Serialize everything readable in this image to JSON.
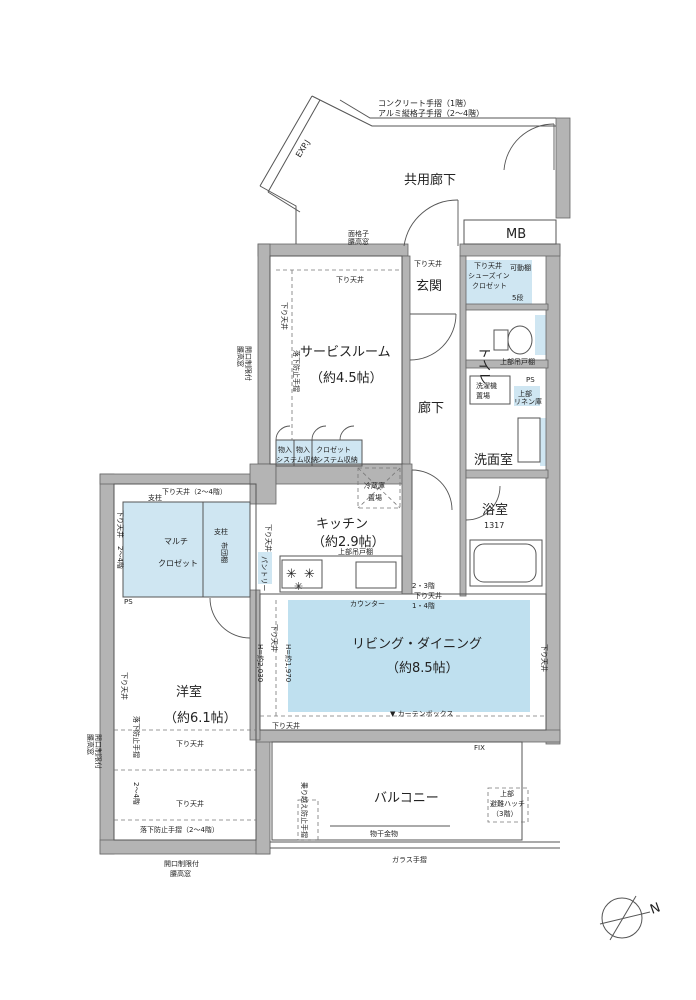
{
  "colors": {
    "wall": "#b4b4b4",
    "storage_fill": "#cfe6f2",
    "living_fill": "#bfe0ef",
    "line": "#555555"
  },
  "labels": {
    "top_rail": "コンクリート手摺（1階）",
    "top_rail2": "アルミ縦格子手摺（2〜4階）",
    "expj": "EXP.J",
    "common_corridor": "共用廊下",
    "mb": "MB",
    "window_grid": "面格子",
    "window_grid2": "腰高窓",
    "ceiling_down": "下り天井",
    "entrance": "玄関",
    "shoes_closet": "シューズイン",
    "shoes_closet2": "クロゼット",
    "movable_shelf": "可動棚",
    "shelf_count": "5段",
    "toilet": "トイレ",
    "upper_cabinet": "上部吊戸棚",
    "service_room": "サービスルーム",
    "service_room_size": "（約4.5帖）",
    "fall_rail": "落下防止手摺",
    "side_window": "開口制限付",
    "side_window2": "腰高窓",
    "corridor": "廊下",
    "washer": "洗濯機",
    "washer2": "置場",
    "ps": "PS",
    "upper_linen": "上部",
    "upper_linen2": "リネン庫",
    "washroom": "洗面室",
    "bathroom": "浴室",
    "bath_size": "1317",
    "storage": "物入",
    "system_storage": "システム収納",
    "closet": "クロゼット",
    "fridge": "冷蔵庫",
    "fridge2": "置場",
    "kitchen": "キッチン",
    "kitchen_size": "（約2.9帖）",
    "pantry": "パントリー",
    "floor_23": "2・3階",
    "floor_4": "1・4階",
    "counter": "カウンター",
    "ceiling_24": "下り天井（2〜4階）",
    "pillar": "支柱",
    "multi_closet": "マルチ",
    "multi_closet2": "クロゼット",
    "futon_shelf": "布団棚",
    "floor_range": "2〜4階",
    "western_room": "洋室",
    "western_room_size": "（約6.1帖）",
    "living": "リビング・ダイニング",
    "living_size": "（約8.5帖）",
    "curtain_box": "▼ カーテンボックス",
    "dim1": "H=約2,030",
    "dim2": "H=約1,970",
    "fix": "FIX",
    "balcony": "バルコニー",
    "climb_rail": "乗り越え防止手摺",
    "upper_hatch": "上部",
    "upper_hatch2": "避難ハッチ",
    "upper_hatch3": "（3階）",
    "clothes_hanger": "物干金物",
    "glass_rail": "ガラス手摺",
    "fall_rail_24": "落下防止手摺（2〜4階）",
    "bottom_window": "開口制限付",
    "bottom_window2": "腰高窓",
    "north": "N"
  }
}
